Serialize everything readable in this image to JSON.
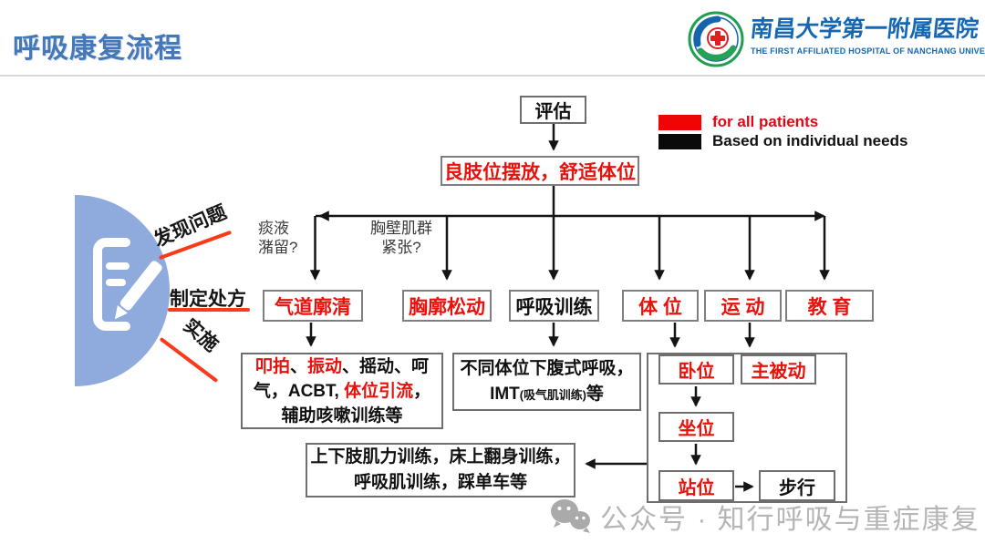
{
  "header": {
    "title": "呼吸康复流程",
    "hospital_name_cn": "南昌大学第一附属医院",
    "hospital_name_en": "THE FIRST AFFILIATED HOSPITAL OF NANCHANG UNIVERSITY"
  },
  "legend": {
    "items": [
      {
        "label": "for all patients",
        "swatch_color": "#ee0606",
        "text_color": "#e30613"
      },
      {
        "label": "Based on individual needs",
        "swatch_color": "#0a0a0a",
        "text_color": "#111111"
      }
    ]
  },
  "flow": {
    "assess": "评估",
    "posture": "良肢位摆放，舒适体位",
    "question_sputum_line1": "痰液",
    "question_sputum_line2": "潴留?",
    "question_chest_line1": "胸壁肌群",
    "question_chest_line2": "紧张?",
    "categories": [
      {
        "label": "气道廓清",
        "color": "#e8120c"
      },
      {
        "label": "胸廓松动",
        "color": "#e8120c"
      },
      {
        "label": "呼吸训练",
        "color": "#111111"
      },
      {
        "label": "体 位",
        "color": "#e8120c"
      },
      {
        "label": "运 动",
        "color": "#e8120c"
      },
      {
        "label": "教 育",
        "color": "#e8120c"
      }
    ],
    "airway_detail_lines": [
      {
        "segments": [
          {
            "t": "叩拍",
            "c": "#e8120c"
          },
          {
            "t": "、",
            "c": "#111111"
          },
          {
            "t": "振动",
            "c": "#e8120c"
          },
          {
            "t": "、摇动、呵",
            "c": "#111111"
          }
        ]
      },
      {
        "segments": [
          {
            "t": "气，ACBT, ",
            "c": "#111111"
          },
          {
            "t": "体位引流",
            "c": "#e8120c"
          },
          {
            "t": "，",
            "c": "#111111"
          }
        ]
      },
      {
        "segments": [
          {
            "t": "辅助咳嗽训练等",
            "c": "#111111"
          }
        ]
      }
    ],
    "breathing_detail_lines": [
      {
        "segments": [
          {
            "t": "不同体位下腹式呼吸，",
            "c": "#111111"
          }
        ]
      },
      {
        "segments": [
          {
            "t": "IMT",
            "c": "#111111"
          },
          {
            "t": "(吸气肌训练)",
            "c": "#111111",
            "small": true
          },
          {
            "t": "等",
            "c": "#111111"
          }
        ]
      }
    ],
    "mobility": {
      "lying": {
        "label": "卧位",
        "color": "#e8120c"
      },
      "active_passive": {
        "label": "主被动",
        "color": "#e8120c"
      },
      "sitting": {
        "label": "坐位",
        "color": "#e8120c"
      },
      "standing": {
        "label": "站位",
        "color": "#e8120c"
      },
      "walking": {
        "label": "步行",
        "color": "#111111"
      }
    },
    "training_box_line1": "上下肢肌力训练，床上翻身训练，",
    "training_box_line2": "呼吸肌训练，踩单车等"
  },
  "process_steps": [
    {
      "label": "发现问题"
    },
    {
      "label": "制定处方"
    },
    {
      "label": "实施"
    }
  ],
  "watermark": {
    "text": "公众号 · 知行呼吸与重症康复"
  },
  "colors": {
    "title_blue": "#4478b8",
    "logo_blue": "#1567b3",
    "red_text": "#e8120c",
    "legend_red": "#ee0606",
    "underline_red": "#fb3a1a",
    "semicircle_blue": "#8faadc",
    "watermark_gray": "#b5b5b5"
  }
}
